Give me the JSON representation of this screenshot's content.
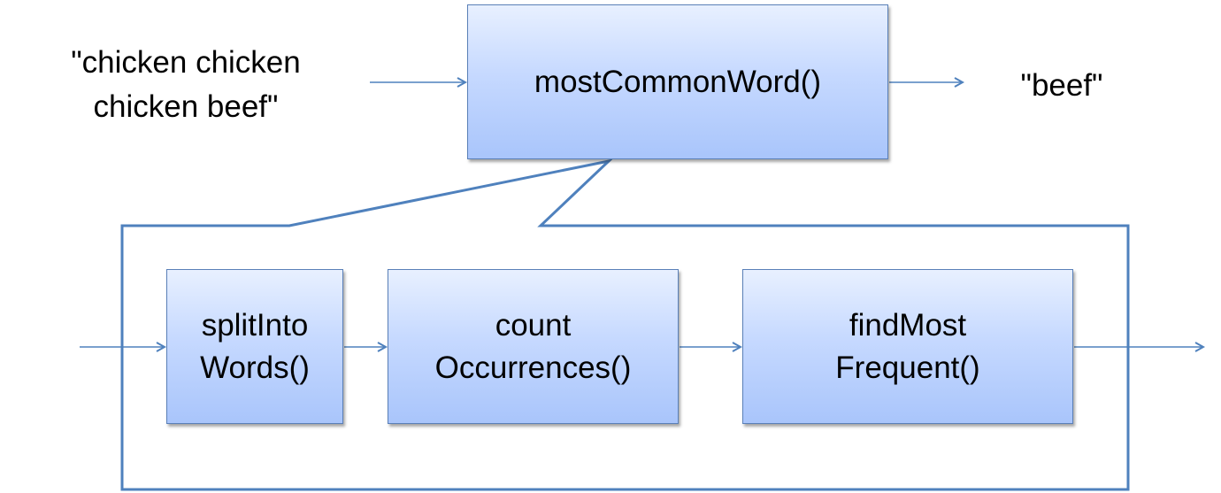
{
  "input_text": {
    "line1": "\"chicken chicken",
    "line2": "chicken beef\""
  },
  "output_text": "\"beef\"",
  "main_function": "mostCommonWord()",
  "subfunctions": [
    {
      "line1": "splitInto",
      "line2": "Words()"
    },
    {
      "line1": "count",
      "line2": "Occurrences()"
    },
    {
      "line1": "findMost",
      "line2": "Frequent()"
    }
  ],
  "colors": {
    "line": "#4f81bd",
    "box_border": "#5a80b8",
    "box_top": "#e8f0ff",
    "box_bottom": "#a9c5fb"
  }
}
